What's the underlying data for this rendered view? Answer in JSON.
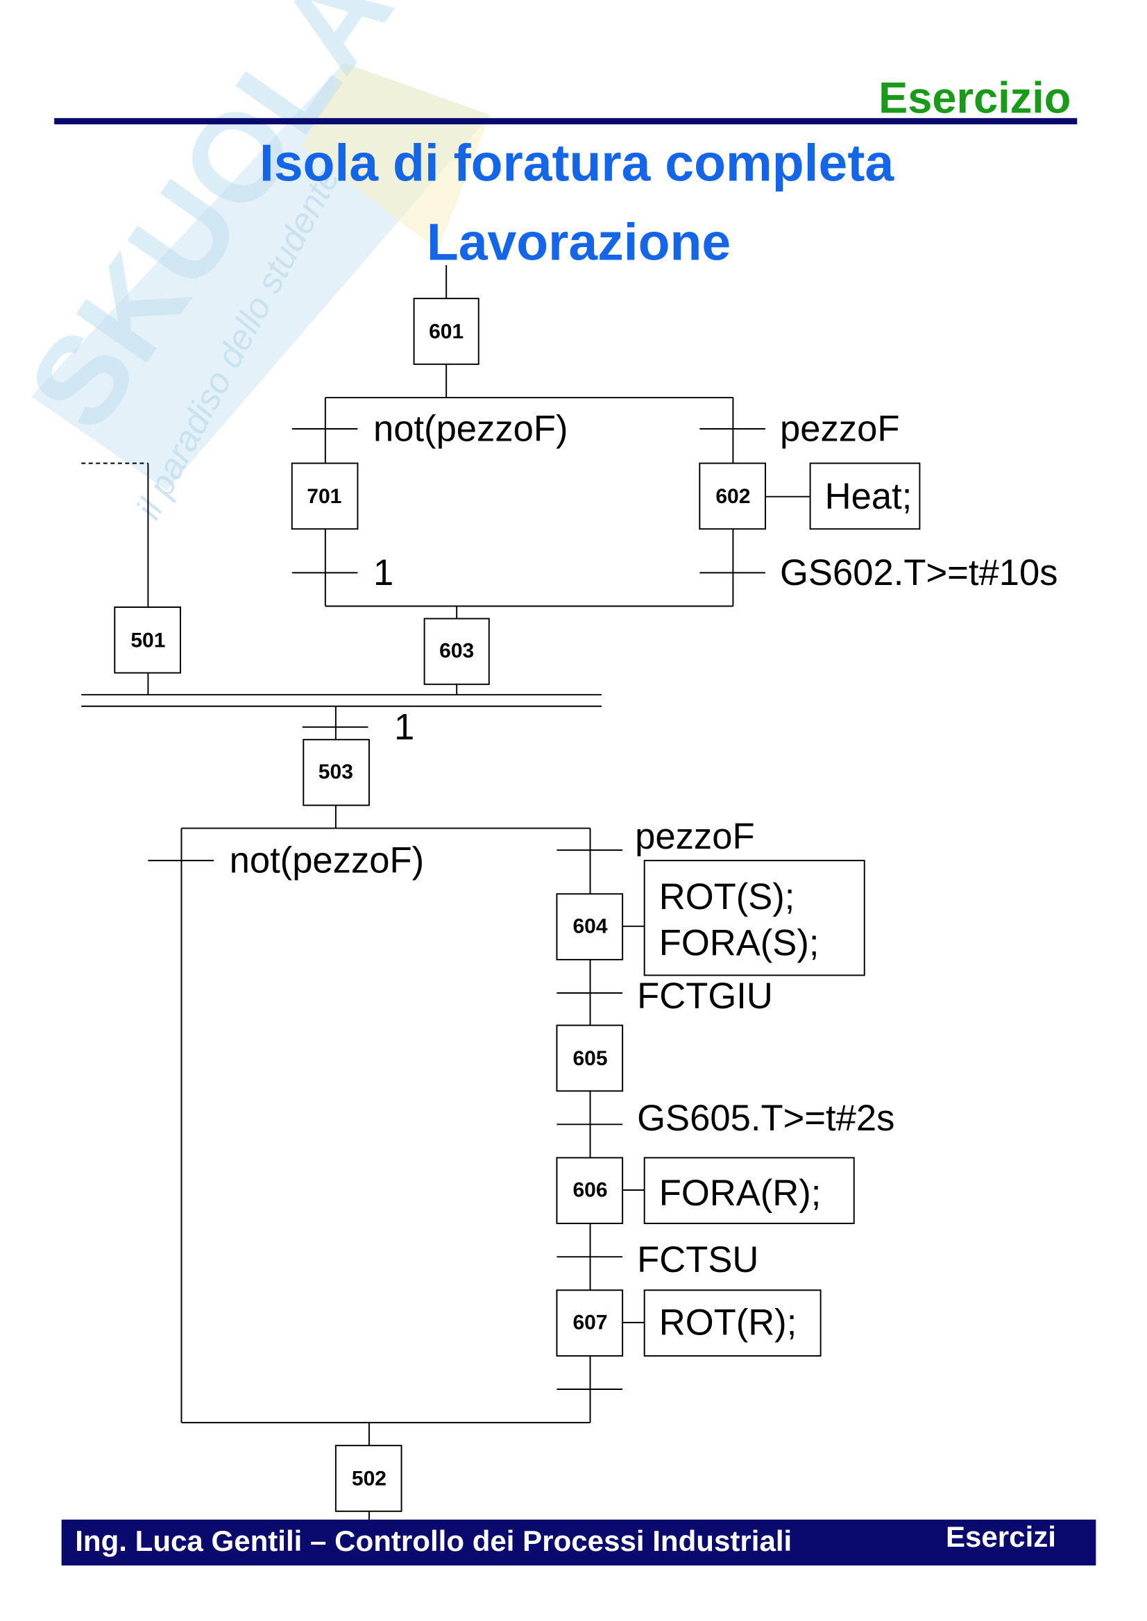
{
  "header": {
    "section_label": "Esercizio",
    "title_line1": "Isola di foratura completa",
    "title_line2": "Lavorazione",
    "colors": {
      "section": "#1a9a1a",
      "title": "#1565e8",
      "rule": "#0a0a6e"
    }
  },
  "watermark": {
    "brand": "SKUOLA.net",
    "tagline": "il paradiso dello studente"
  },
  "diagram": {
    "type": "SFC / Grafcet",
    "steps": {
      "s601": "601",
      "s701": "701",
      "s602": "602",
      "s603": "603",
      "s501": "501",
      "s503": "503",
      "s604": "604",
      "s605": "605",
      "s606": "606",
      "s607": "607",
      "s502": "502"
    },
    "transitions": {
      "t_not_pezzoF_1": "not(pezzoF)",
      "t_pezzoF_1": "pezzoF",
      "t_true_1": "1",
      "t_gs602": "GS602.T>=t#10s",
      "t_sync": "1",
      "t_not_pezzoF_2": "not(pezzoF)",
      "t_pezzoF_2": "pezzoF",
      "t_fctgiu": "FCTGIU",
      "t_gs605": "GS605.T>=t#2s",
      "t_fctsu": "FCTSU",
      "t_end": ""
    },
    "actions": {
      "a602": [
        "Heat;"
      ],
      "a604": [
        "ROT(S);",
        "FORA(S);"
      ],
      "a606": [
        "FORA(R);"
      ],
      "a607": [
        "ROT(R);"
      ]
    }
  },
  "footer": {
    "left": "Ing. Luca Gentili – Controllo dei Processi Industriali",
    "right": "Esercizi",
    "background": "#0a0a6e"
  }
}
